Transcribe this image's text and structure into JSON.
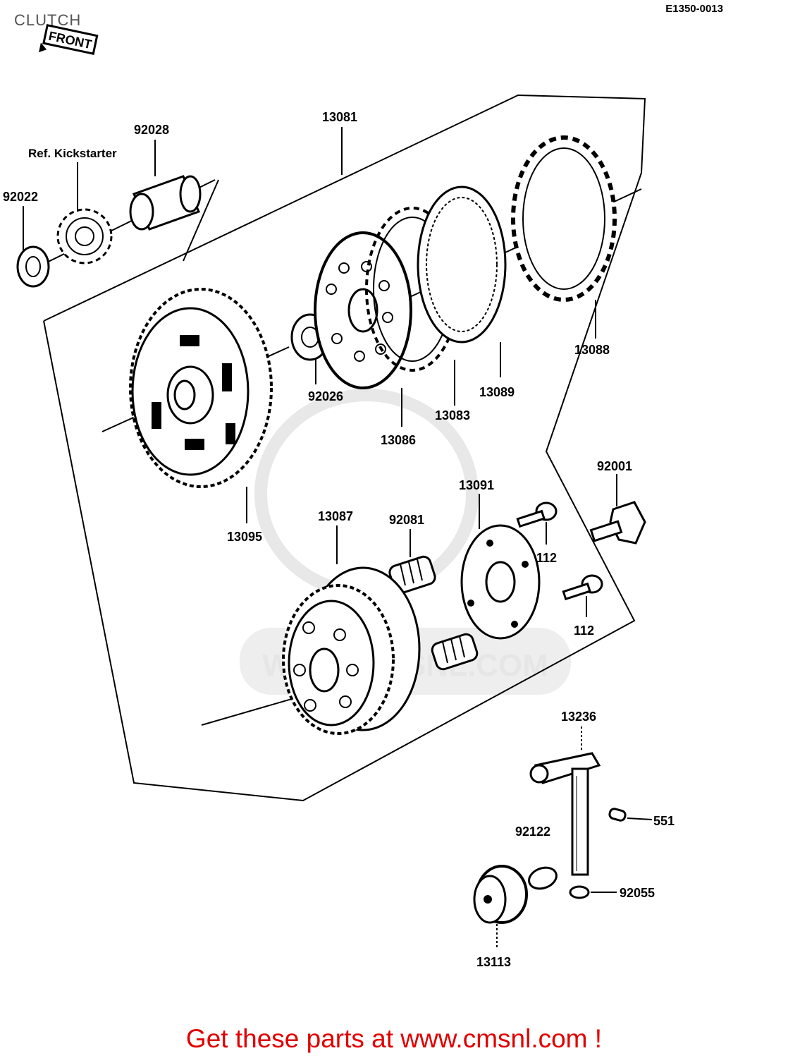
{
  "header": {
    "title": "CLUTCH",
    "code": "E1350-0013",
    "front_label": "FRONT"
  },
  "watermark": {
    "text": "WWW.CMSNL.COM"
  },
  "labels": {
    "p13081": "13081",
    "p92028": "92028",
    "ref": "Ref.  Kickstarter",
    "p92022": "92022",
    "p92026": "92026",
    "p13086": "13086",
    "p13083": "13083",
    "p13089": "13089",
    "p13088": "13088",
    "p13095": "13095",
    "p92001": "92001",
    "p13091": "13091",
    "p13087": "13087",
    "p92081": "92081",
    "p112a": "112",
    "p112b": "112",
    "p13236": "13236",
    "p551": "551",
    "p92122": "92122",
    "p92055": "92055",
    "p13113": "13113"
  },
  "footer": {
    "text": "Get these parts at www.cmsnl.com !"
  }
}
